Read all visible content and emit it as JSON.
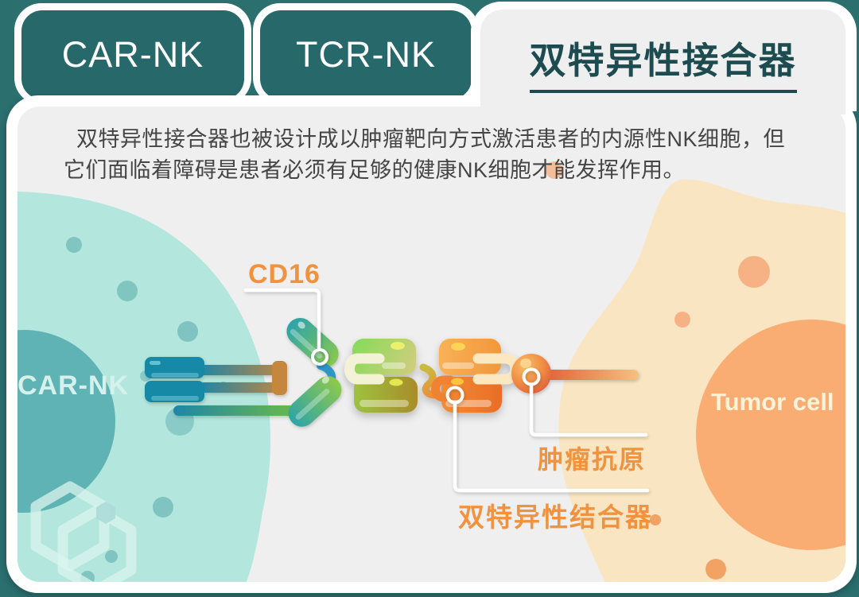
{
  "colors": {
    "background_teal": "#2b6f6f",
    "tab_fill_teal": "#27696b",
    "active_tab_text": "#1c4b50",
    "panel_gray": "#efeff0",
    "label_orange": "#f0923e",
    "nk_cell_body": "#b3e6dc",
    "nk_nucleus": "#60b3b5",
    "tumor_cell_body": "#fae5c2",
    "tumor_nucleus": "#f9ad72",
    "receptor_teal": "#1989a6",
    "callout_white": "#ffffff"
  },
  "tabs": [
    {
      "label": "CAR-NK",
      "active": false
    },
    {
      "label": "TCR-NK",
      "active": false
    },
    {
      "label": "双特异性接合器",
      "active": true
    }
  ],
  "description": {
    "lines": [
      "双特异性接合器也被设计成以肿瘤靶向方式激活患者的内源性NK细胞，但",
      "它们面临着障碍是患者必须有足够的健康NK细胞才能发挥作用。"
    ]
  },
  "diagram": {
    "nk_cell_label": "CAR-NK",
    "tumor_cell_label": "Tumor cell",
    "labels": {
      "cd16": "CD16",
      "tumor_antigen": "肿瘤抗原",
      "bispecific_binder": "双特异性结合器"
    }
  }
}
